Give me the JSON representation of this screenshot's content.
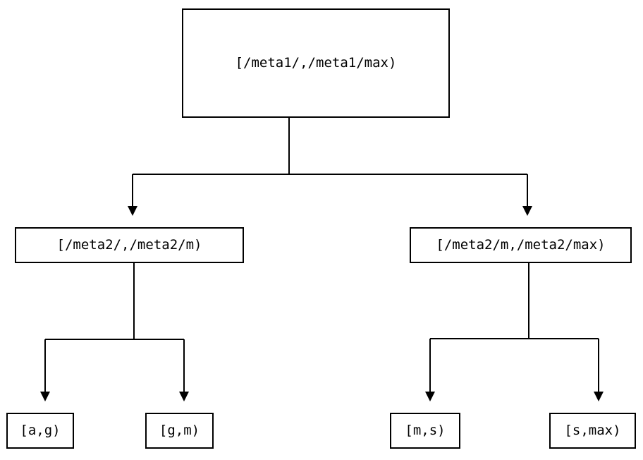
{
  "diagram": {
    "type": "interval-partition-tree",
    "background_color": "#ffffff",
    "line_color": "#000000",
    "text_color": "#000000",
    "nodes": {
      "root": {
        "label": "[/meta1/,/meta1/max)"
      },
      "meta2_lower": {
        "label": "[/meta2/,/meta2/m)"
      },
      "meta2_upper": {
        "label": "[/meta2/m,/meta2/max)"
      },
      "leaf_ag": {
        "label": "[a,g)"
      },
      "leaf_gm": {
        "label": "[g,m)"
      },
      "leaf_ms": {
        "label": "[m,s)"
      },
      "leaf_smax": {
        "label": "[s,max)"
      }
    },
    "edges": [
      {
        "from": "root",
        "to": "meta2_lower",
        "arrow": "down"
      },
      {
        "from": "root",
        "to": "meta2_upper",
        "arrow": "down"
      },
      {
        "from": "meta2_lower",
        "to": "leaf_ag",
        "arrow": "down"
      },
      {
        "from": "meta2_lower",
        "to": "leaf_gm",
        "arrow": "down"
      },
      {
        "from": "meta2_upper",
        "to": "leaf_ms",
        "arrow": "down"
      },
      {
        "from": "meta2_upper",
        "to": "leaf_smax",
        "arrow": "down"
      }
    ]
  }
}
